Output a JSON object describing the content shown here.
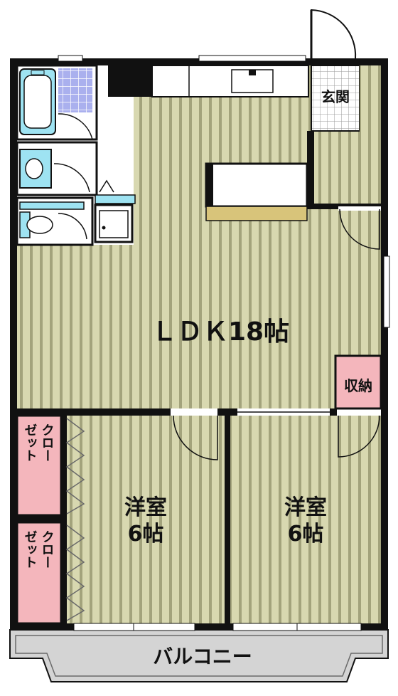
{
  "rooms": {
    "ldk": "ＬＤＫ18帖",
    "western_left_name": "洋室",
    "western_left_size": "6帖",
    "western_right_name": "洋室",
    "western_right_size": "6帖",
    "entrance": "玄関",
    "storage": "収納",
    "closet_top_col1": "クロー",
    "closet_top_col2": "ゼット",
    "closet_bottom_col1": "クロー",
    "closet_bottom_col2": "ゼット",
    "balcony": "バルコニー"
  },
  "colors": {
    "floor": "#d8d8b0",
    "floor_stripe": "#a3a37c",
    "wall": "#111111",
    "bath": "#9ee3f2",
    "entrance_tile": "#ffffff",
    "closet": "#f4b6bc",
    "balcony": "#d4d4d4",
    "bath_tile": "#aab0ee"
  }
}
